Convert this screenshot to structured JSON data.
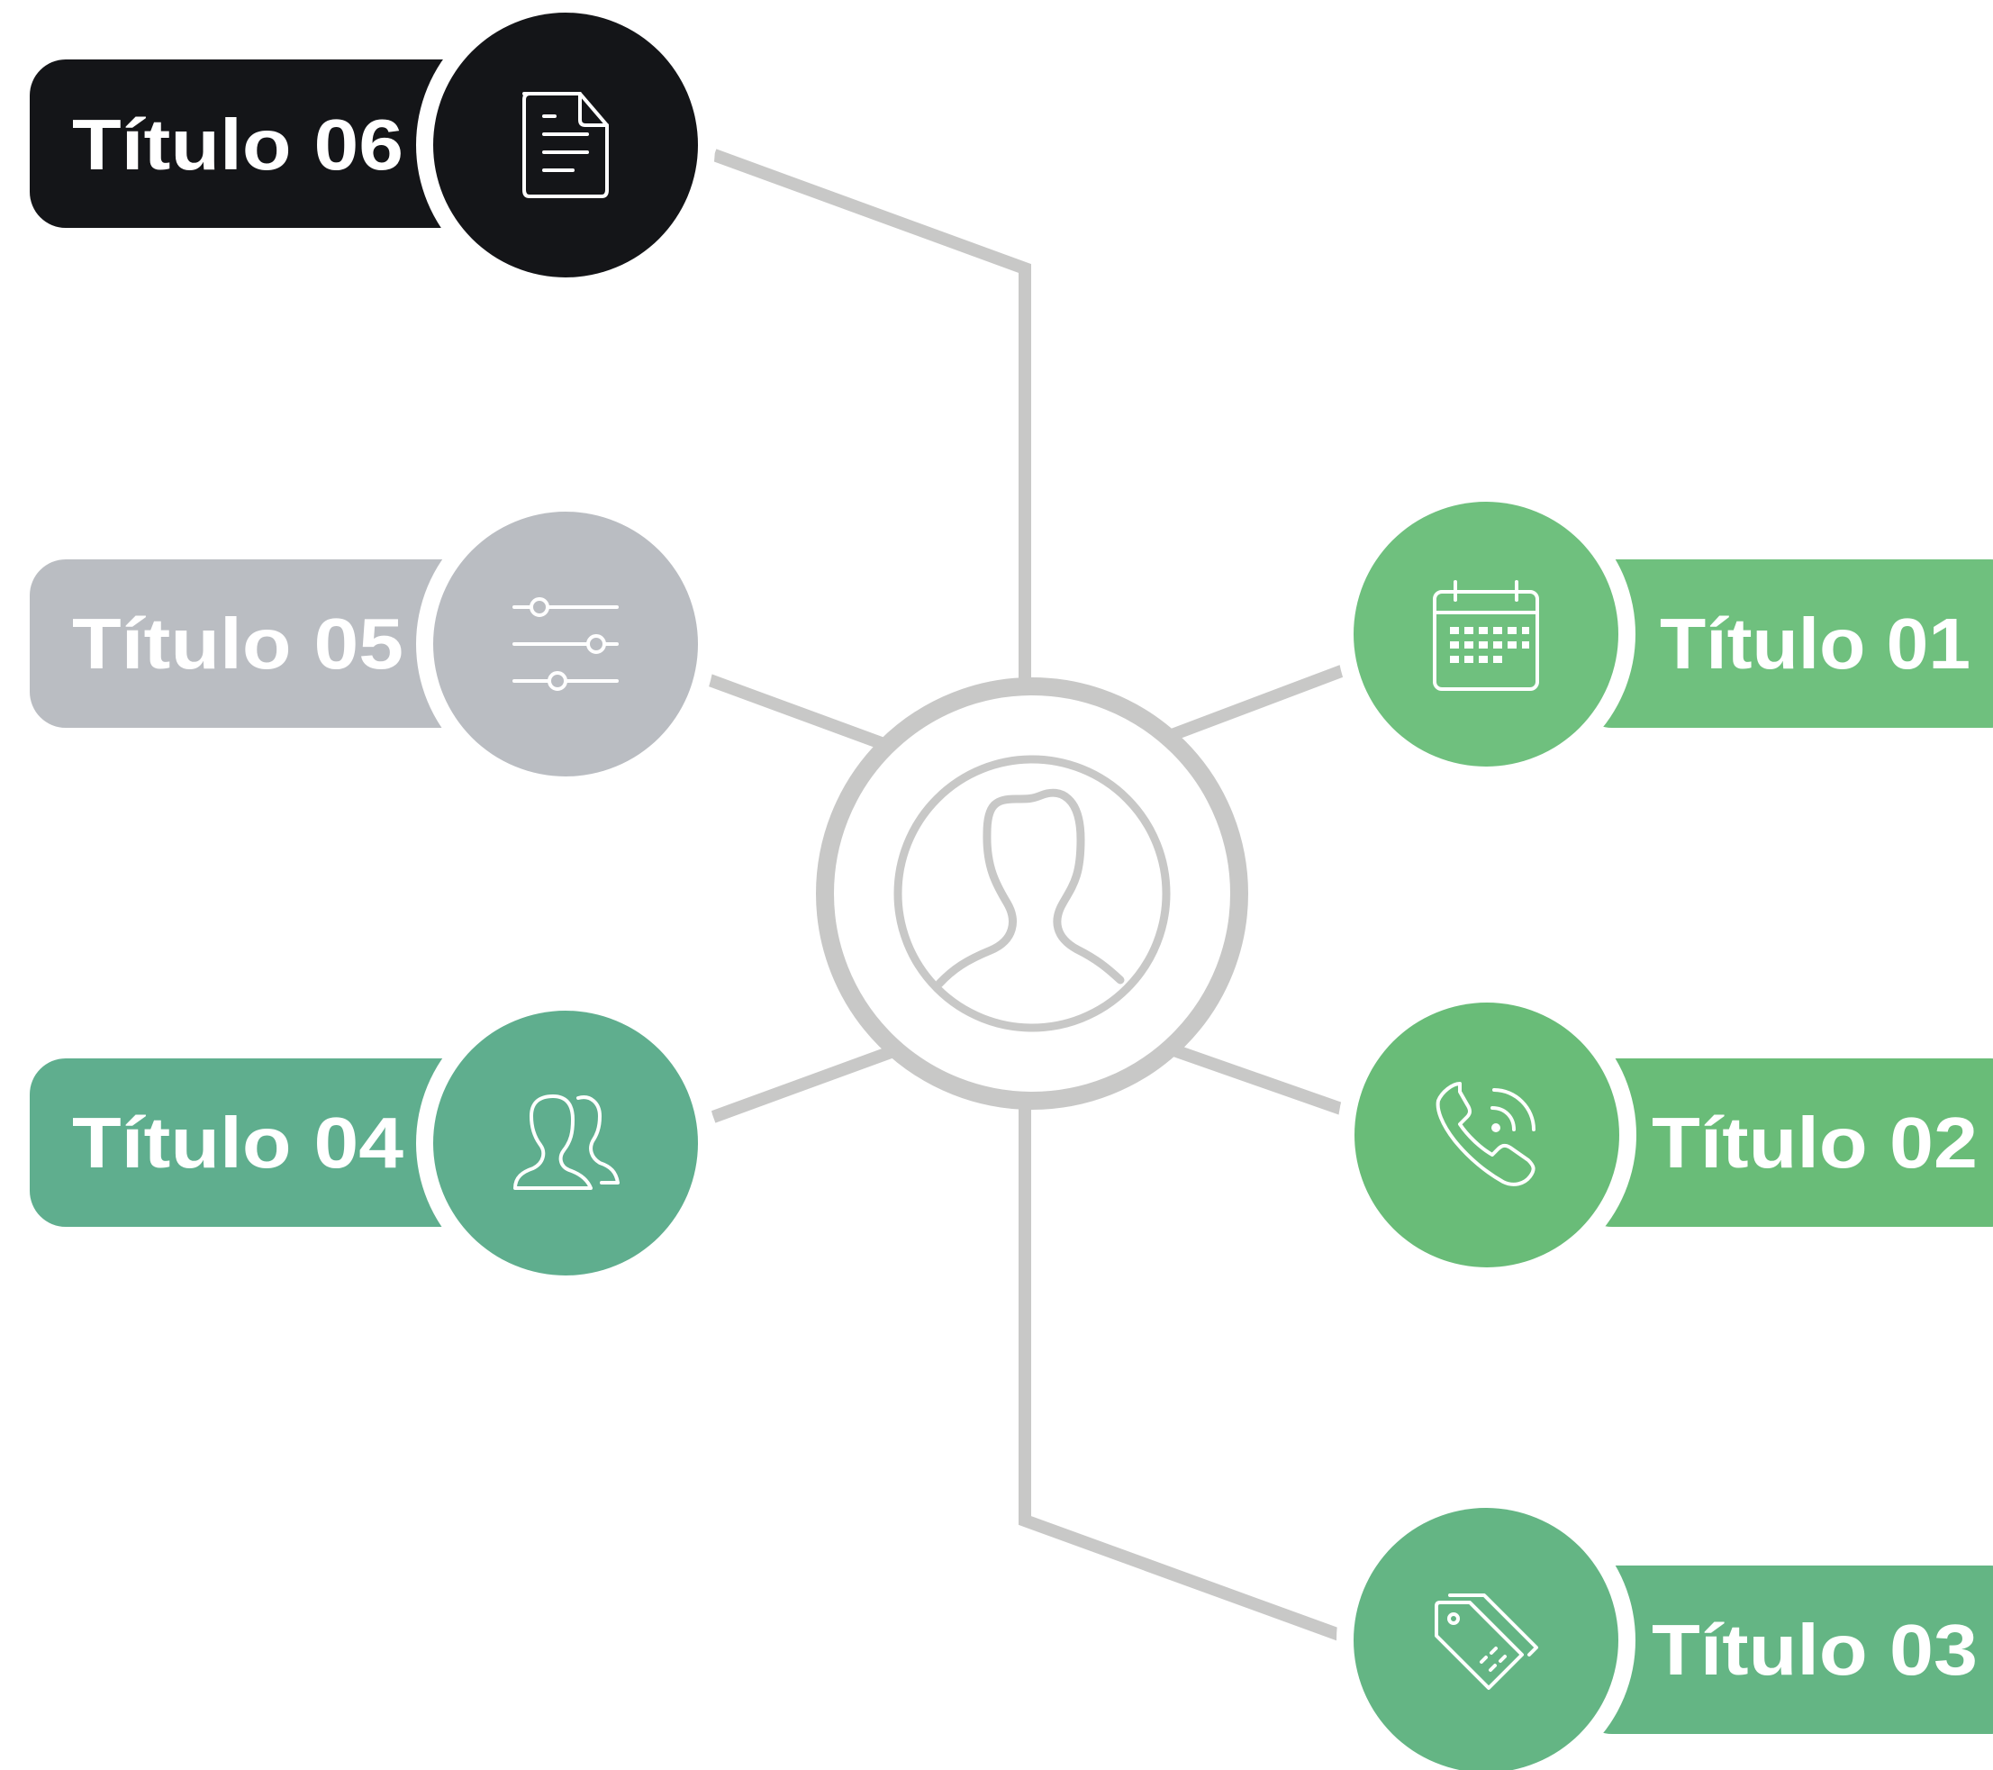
{
  "diagram": {
    "center": {
      "icon": "user-silhouette-icon"
    },
    "nodes": [
      {
        "id": "01",
        "label": "Título 01",
        "color": "#6fc07e",
        "icon": "calendar-icon",
        "side": "right"
      },
      {
        "id": "02",
        "label": "Título 02",
        "color": "#69bc78",
        "icon": "phone-call-icon",
        "side": "right"
      },
      {
        "id": "03",
        "label": "Título 03",
        "color": "#64b584",
        "icon": "price-tag-icon",
        "side": "right"
      },
      {
        "id": "04",
        "label": "Título 04",
        "color": "#5fae8e",
        "icon": "people-icon",
        "side": "left"
      },
      {
        "id": "05",
        "label": "Título 05",
        "color": "#babdc2",
        "icon": "sliders-icon",
        "side": "left"
      },
      {
        "id": "06",
        "label": "Título 06",
        "color": "#141518",
        "icon": "document-icon",
        "side": "left"
      }
    ],
    "connector_color": "#c8c8c7"
  }
}
